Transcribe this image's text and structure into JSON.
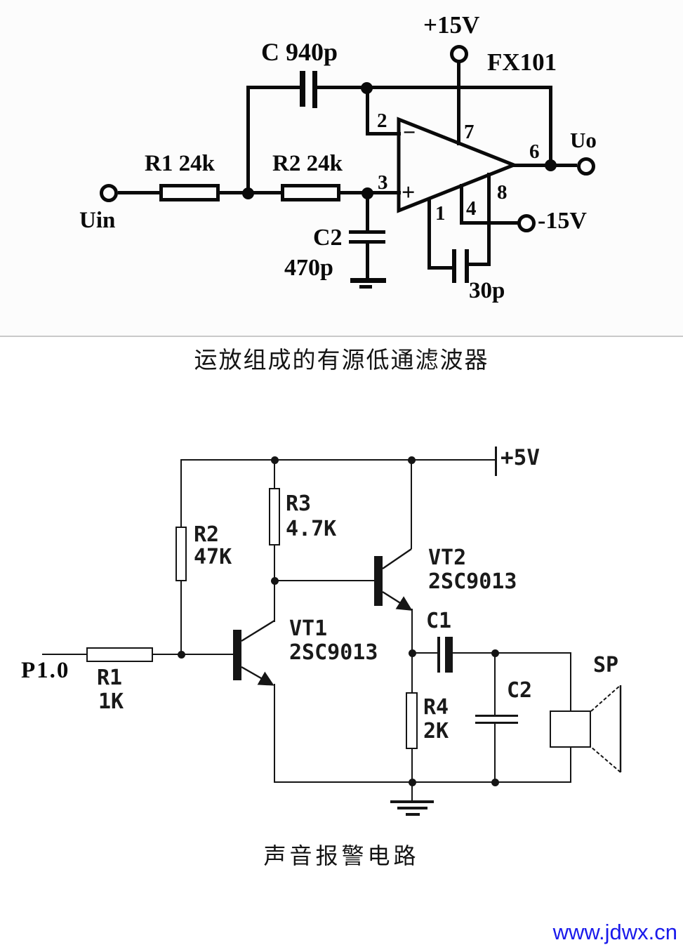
{
  "circuit1": {
    "caption": "运放组成的有源低通滤波器",
    "ic": "FX101",
    "supply_pos": "+15V",
    "supply_neg": "-15V",
    "input_label": "Uin",
    "output_label": "Uo",
    "feedback_cap": "C 940p",
    "r1": "R1 24k",
    "r2": "R2 24k",
    "c2_name": "C2",
    "c2_value": "470p",
    "comp_cap": "30p",
    "inverting_sign": "−",
    "noninverting_sign": "+",
    "pins": {
      "p1": "1",
      "p2": "2",
      "p3": "3",
      "p4": "4",
      "p6": "6",
      "p7": "7",
      "p8": "8"
    }
  },
  "circuit2": {
    "caption": "声音报警电路",
    "supply": "+5V",
    "input_label": "P1.0",
    "r1_name": "R1",
    "r1_value": "1K",
    "r2_name": "R2",
    "r2_value": "47K",
    "r3_name": "R3",
    "r3_value": "4.7K",
    "r4_name": "R4",
    "r4_value": "2K",
    "vt1_name": "VT1",
    "vt1_part": "2SC9013",
    "vt2_name": "VT2",
    "vt2_part": "2SC9013",
    "c1_name": "C1",
    "c2_name": "C2",
    "speaker": "SP"
  },
  "watermark": {
    "text": "www.jdwx.cn",
    "color": "#1a1aeb"
  }
}
